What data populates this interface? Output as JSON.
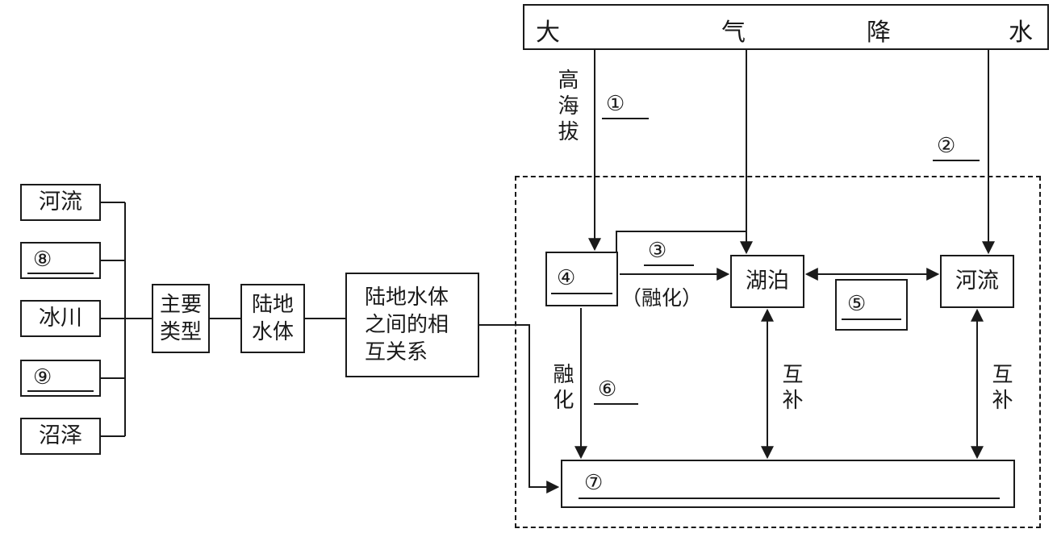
{
  "top": {
    "c1": "大",
    "c2": "气",
    "c3": "降",
    "c4": "水"
  },
  "left": {
    "river": "河流",
    "blank8": "⑧",
    "glacier": "冰川",
    "blank9": "⑨",
    "swamp": "沼泽"
  },
  "chain": {
    "types": [
      "主要",
      "类型"
    ],
    "land": [
      "陆地",
      "水体"
    ],
    "relation": [
      "陆地水体",
      "之间的相",
      "互关系"
    ]
  },
  "labels": {
    "high_alt": "高海拔",
    "n1": "①",
    "n2": "②",
    "n3": "③",
    "melt_paren": "（融化）",
    "melt": "融化",
    "n6": "⑥",
    "mutual_lake": "互补",
    "mutual_river": "互补"
  },
  "inner": {
    "n4": "④",
    "lake": "湖泊",
    "n5": "⑤",
    "river": "河流",
    "n7": "⑦"
  },
  "colors": {
    "ink": "#1a1a1a",
    "background": "#ffffff"
  }
}
